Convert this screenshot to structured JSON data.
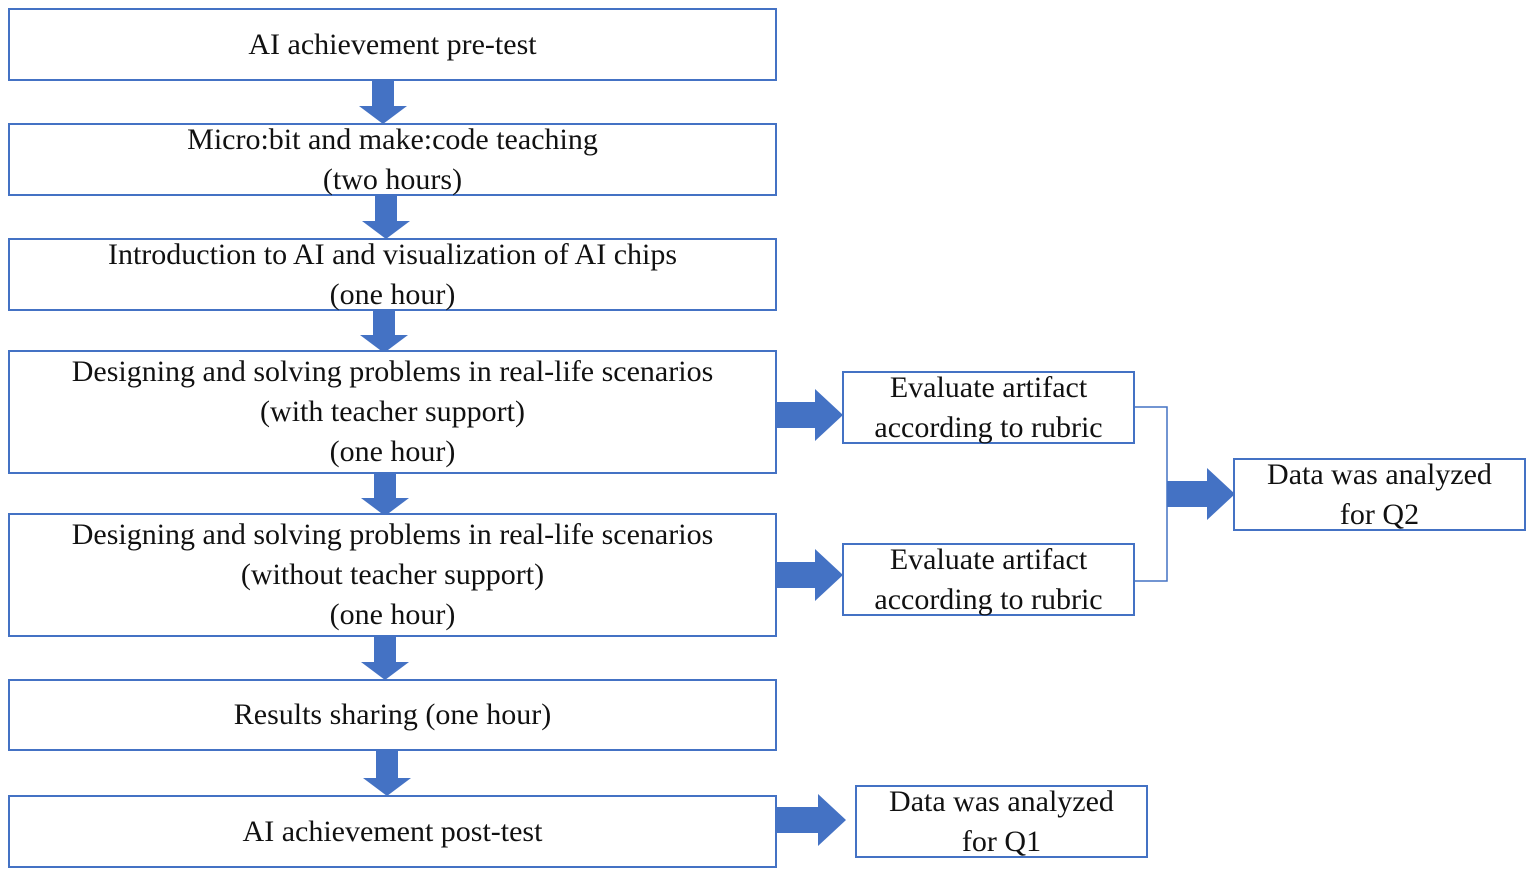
{
  "colors": {
    "box_border": "#4472c4",
    "arrow_fill": "#4472c4",
    "connector": "#4472c4",
    "text": "#111111",
    "background": "#ffffff"
  },
  "main_steps": [
    {
      "id": "pre-test",
      "lines": [
        "AI achievement pre-test"
      ]
    },
    {
      "id": "microbit-teaching",
      "lines": [
        "Micro:bit and make:code teaching",
        "(two hours)"
      ]
    },
    {
      "id": "ai-introduction",
      "lines": [
        "Introduction to AI and visualization of AI chips",
        "(one hour)"
      ]
    },
    {
      "id": "design-with-support",
      "lines": [
        "Designing and solving problems in real-life scenarios",
        "(with teacher support)",
        "(one hour)"
      ]
    },
    {
      "id": "design-without-support",
      "lines": [
        "Designing and solving problems in real-life scenarios",
        "(without teacher support)",
        "(one hour)"
      ]
    },
    {
      "id": "results-sharing",
      "lines": [
        "Results sharing (one hour)"
      ]
    },
    {
      "id": "post-test",
      "lines": [
        "AI achievement post-test"
      ]
    }
  ],
  "side_steps": [
    {
      "id": "evaluate-artifact-1",
      "lines": [
        "Evaluate artifact",
        "according to rubric"
      ]
    },
    {
      "id": "evaluate-artifact-2",
      "lines": [
        "Evaluate artifact",
        "according to rubric"
      ]
    },
    {
      "id": "analysis-q2",
      "lines": [
        "Data was analyzed",
        "for Q2"
      ]
    },
    {
      "id": "analysis-q1",
      "lines": [
        "Data was analyzed",
        "for Q1"
      ]
    }
  ],
  "arrows": [
    {
      "from": "pre-test",
      "to": "microbit-teaching"
    },
    {
      "from": "microbit-teaching",
      "to": "ai-introduction"
    },
    {
      "from": "ai-introduction",
      "to": "design-with-support"
    },
    {
      "from": "design-with-support",
      "to": "design-without-support"
    },
    {
      "from": "design-without-support",
      "to": "results-sharing"
    },
    {
      "from": "results-sharing",
      "to": "post-test"
    },
    {
      "from": "design-with-support",
      "to": "evaluate-artifact-1"
    },
    {
      "from": "design-without-support",
      "to": "evaluate-artifact-2"
    },
    {
      "from": "evaluate-artifact-1",
      "to": "analysis-q2"
    },
    {
      "from": "evaluate-artifact-2",
      "to": "analysis-q2"
    },
    {
      "from": "post-test",
      "to": "analysis-q1"
    }
  ]
}
